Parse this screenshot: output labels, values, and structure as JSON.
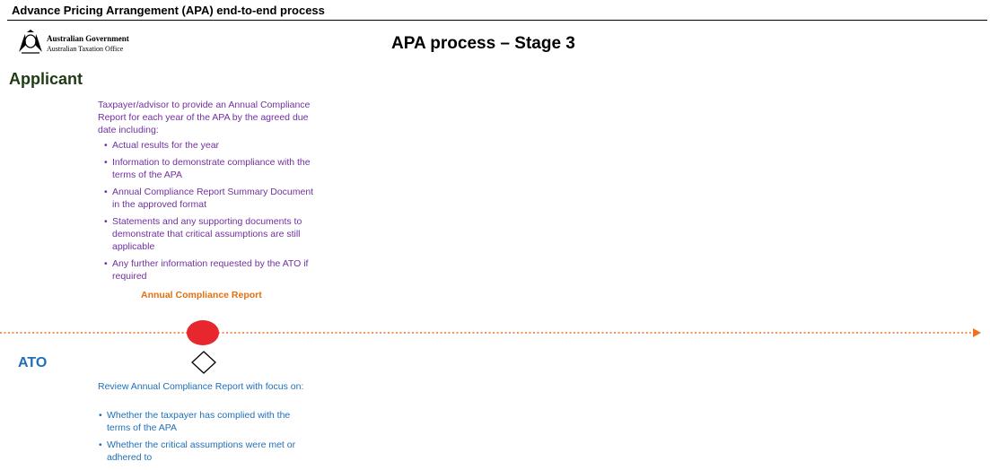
{
  "header": {
    "doc_title": "Advance Pricing Arrangement (APA) end-to-end process",
    "stage_title": "APA process – Stage 3"
  },
  "logo": {
    "line1": "Australian Government",
    "line2": "Australian Taxation Office"
  },
  "lanes": {
    "applicant": "Applicant",
    "ato": "ATO"
  },
  "applicant_box": {
    "intro": "Taxpayer/advisor to provide an Annual Compliance Report for each year of the APA by the agreed due date including:",
    "items": [
      "Actual results for the year",
      "Information to demonstrate compliance with the terms of the APA",
      "Annual Compliance Report Summary Document in the approved format",
      "Statements and any supporting documents to demonstrate that critical assumptions are still applicable",
      "Any further information requested by the ATO if required"
    ],
    "output_label": "Annual Compliance Report"
  },
  "ato_box": {
    "intro": "Review Annual Compliance Report with focus on:",
    "items": [
      "Whether the taxpayer has complied with the terms of the APA",
      "Whether the critical assumptions were met or adhered to"
    ]
  },
  "colors": {
    "applicant_text": "#7030a0",
    "ato_text": "#1f6fb8",
    "timeline": "#f07020",
    "event_circle": "#e8262d",
    "output_label": "#e07010"
  }
}
